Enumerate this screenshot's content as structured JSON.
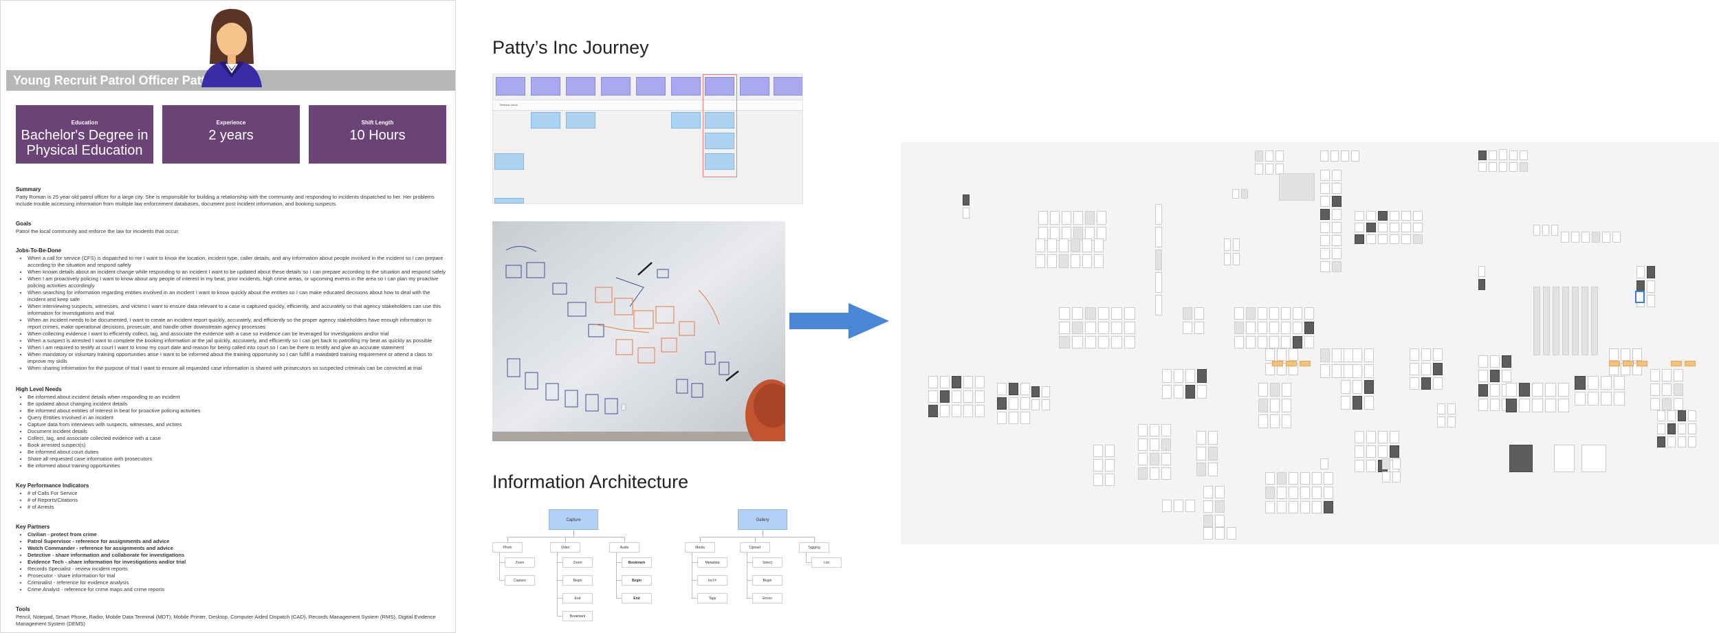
{
  "persona": {
    "name": "Young Recruit Patrol Officer Patty",
    "stats": [
      {
        "label": "Education",
        "value": "Bachelor's Degree in Physical Education"
      },
      {
        "label": "Experience",
        "value": "2 years"
      },
      {
        "label": "Shift Length",
        "value": "10 Hours"
      }
    ],
    "summary_title": "Summary",
    "summary": "Patty Roman is 25 year old patrol officer for a large city. She is responsible for building a relationship with the community and responding to incidents dispatched to her. Her problems include trouble accessing information from multiple law enforcement databases, document post incident information, and booking suspects.",
    "goals_title": "Goals",
    "goals": "Patrol the local community and enforce the law for incidents that occur.",
    "jobs_title": "Jobs-To-Be-Done",
    "jobs": [
      "When a call for service (CFS) is dispatched to me I want to know the location, incident type, caller details, and any information about people involved in the incident so I can prepare according to the situation and respond safely",
      "When known details about an incident change while responding to an incident I want to be updated about these details so I can prepare according to the situation and respond safely",
      "When I am proactively policing I want to know about any people of interest in my beat, prior incidents, high crime areas, or upcoming events in the area so I can plan my proactive policing activities accordingly",
      "When searching for information regarding entities involved in an incident I want to know quickly about the entities so I can make educated decisions about how to deal with the incident and keep safe",
      "When interviewing suspects, witnesses, and victims I want to ensure data relevant to a case is captured quickly, efficiently, and accurately so that agency stakeholders can use this information for investigations and trial",
      "When an incident needs to be documented, I want to create an incident report quickly, accurately, and efficiently so the proper agency stakeholders have enough information to report crimes, make operational decisions, prosecute, and handle other downstream agency processes",
      "When collecting evidence I want to efficiently collect, tag, and associate the evidence with a case so evidence can be leveraged for investigations and/or trial",
      "When a suspect is arrested I want to complete the booking information at the jail quickly, accurately, and efficiently so I can get back to patrolling my beat as quickly as possible",
      "When I am required to testify at court I want to know my court date and reason for being called into court so I can be there to testify and give an accurate statement",
      "When mandatory or voluntary training opportunities arise I want to be informed about the training opportunity so I can fulfill a mandated training requirement or attend a class to improve my skills",
      "When sharing information for the purpose of trial I want to ensure all requested case information is shared with prosecutors so suspected criminals can be convicted at trial"
    ],
    "needs_title": "High Level Needs",
    "needs": [
      "Be informed about incident details when responding to an incident",
      "Be updated about changing incident details",
      "Be informed about entities of interest in beat for proactive policing activities",
      "Query Entities Involved in an incident",
      "Capture data from interviews with suspects, witnesses, and victims",
      "Document incident details",
      "Collect, tag, and associate collected evidence with a case",
      "Book arrested suspect(s)",
      "Be informed about court duties",
      "Share all requested case information with prosecutors",
      "Be informed about training opportunities"
    ],
    "kpi_title": "Key Performance Indicators",
    "kpis": [
      "# of Calls For Service",
      "# of Reports/Citations",
      "# of Arrests"
    ],
    "partners_title": "Key Partners",
    "partners": [
      {
        "text": "Civilian - protect from crime",
        "bold": true
      },
      {
        "text": "Patrol Supervisor - reference for assignments and advice",
        "bold": true
      },
      {
        "text": "Watch Commander - reference for assignments and advice",
        "bold": true
      },
      {
        "text": "Detective - share information and collaborate for investigations",
        "bold": true
      },
      {
        "text": "Evidence Tech - share information for investigations and/or trial",
        "bold": true
      },
      {
        "text": "Records Specialist - review incident reports",
        "bold": false
      },
      {
        "text": "Prosecutor - share information for trial",
        "bold": false
      },
      {
        "text": "Criminalist - reference for evidence analysis",
        "bold": false
      },
      {
        "text": "Crime Analyst - reference for crime maps and crime reports",
        "bold": false
      }
    ],
    "tools_title": "Tools",
    "tools": "Pencil, Notepad, Smart Phone, Radio, Mobile Data Terminal (MDT), Mobile Printer, Desktop, Computer Aided Dispatch (CAD), Records Management System (RMS), Digital Evidence Management System (DEMS)"
  },
  "journey": {
    "title": "Patty’s Inc Journey",
    "release_label": "Release name"
  },
  "ia": {
    "title": "Information Architecture",
    "groups": [
      {
        "root": "Capture",
        "branches": [
          {
            "label": "Photo",
            "children": [
              {
                "label": "Zoom",
                "bold": false
              },
              {
                "label": "Capture",
                "bold": false
              }
            ]
          },
          {
            "label": "Video",
            "children": [
              {
                "label": "Zoom",
                "bold": false
              },
              {
                "label": "Begin",
                "bold": false
              },
              {
                "label": "End",
                "bold": false
              },
              {
                "label": "Bookmark",
                "bold": false
              }
            ]
          },
          {
            "label": "Audio",
            "children": [
              {
                "label": "Bookmark",
                "bold": true
              },
              {
                "label": "Begin",
                "bold": true
              },
              {
                "label": "End",
                "bold": true
              }
            ]
          }
        ]
      },
      {
        "root": "Gallery",
        "branches": [
          {
            "label": "Media",
            "children": [
              {
                "label": "Metadata",
                "bold": false
              },
              {
                "label": "Incl #",
                "bold": false
              },
              {
                "label": "Tags",
                "bold": false
              }
            ]
          },
          {
            "label": "Upload",
            "children": [
              {
                "label": "Select",
                "bold": false
              },
              {
                "label": "Begin",
                "bold": false
              },
              {
                "label": "Errors",
                "bold": false
              }
            ]
          },
          {
            "label": "Tagging",
            "children": [
              {
                "label": "List",
                "bold": false
              }
            ]
          }
        ]
      }
    ]
  },
  "colors": {
    "persona_purple": "#6a4476",
    "banner_gray": "#b7b7b7",
    "arrow_blue": "#4a86d8",
    "journey_activity": "#a9a9ef",
    "journey_story": "#acd2f2",
    "ia_root": "#b3d1f6"
  }
}
